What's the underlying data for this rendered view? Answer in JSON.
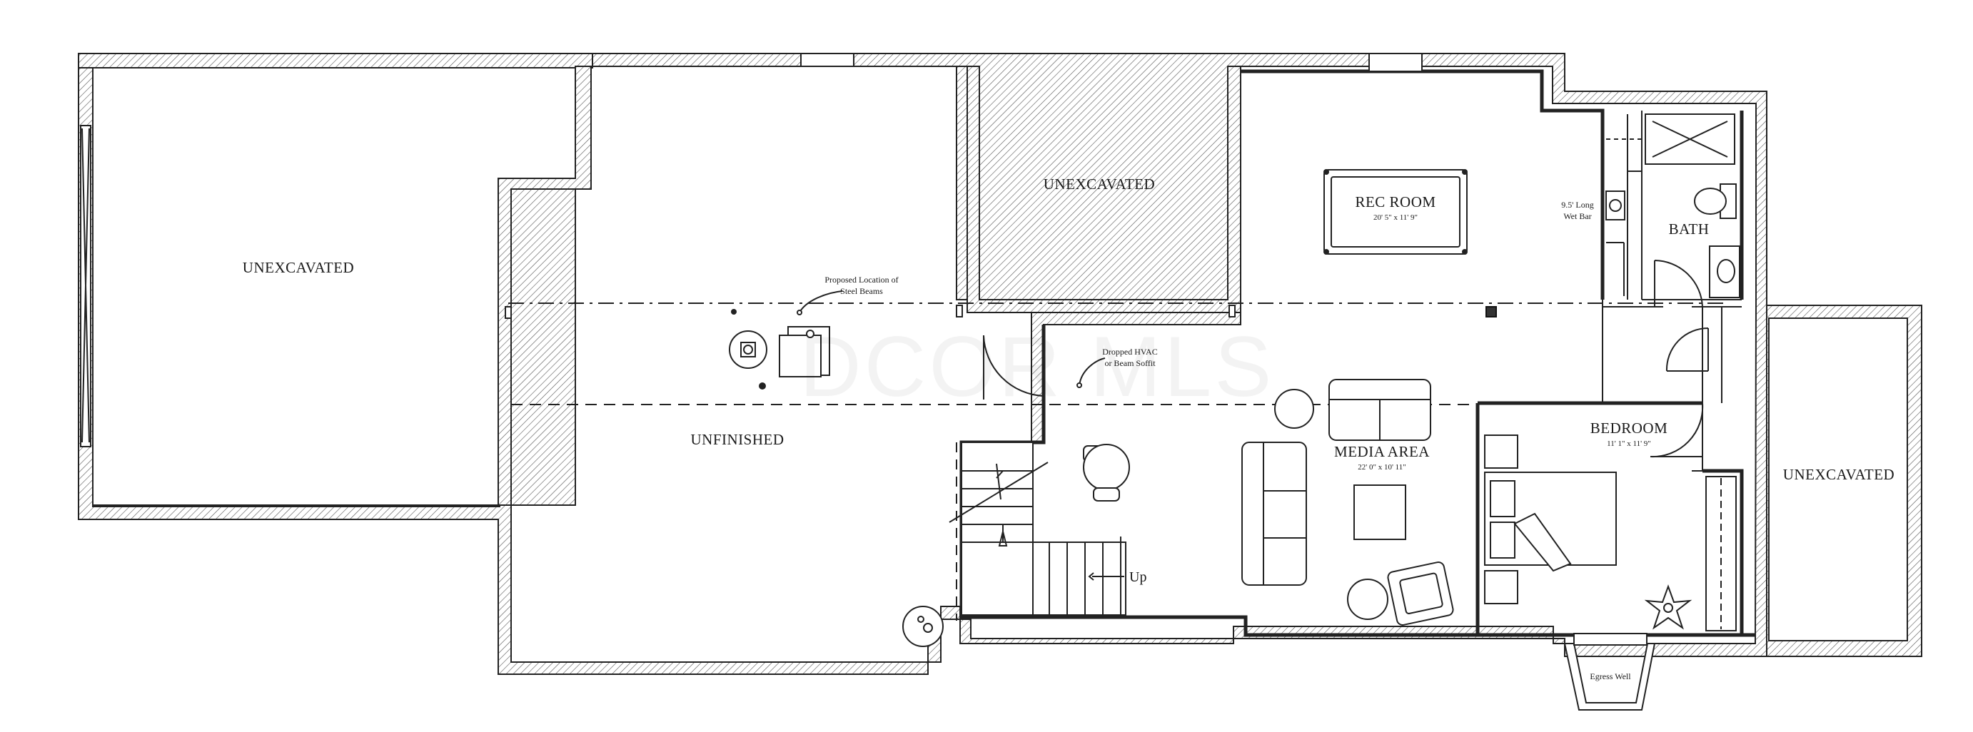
{
  "plan": {
    "rooms": {
      "unexcavated_left": "UNEXCAVATED",
      "unexcavated_center": "UNEXCAVATED",
      "unexcavated_right": "UNEXCAVATED",
      "unfinished": "UNFINISHED",
      "rec_room": "REC ROOM",
      "rec_room_dim": "20' 5\" x 11' 9\"",
      "bath": "BATH",
      "media_area": "MEDIA AREA",
      "media_area_dim": "22' 0\" x 10' 11\"",
      "bedroom": "BEDROOM",
      "bedroom_dim": "11' 1\" x 11' 9\""
    },
    "notes": {
      "steel_beams_line1": "Proposed Location of",
      "steel_beams_line2": "Steel Beams",
      "hvac_line1": "Dropped HVAC",
      "hvac_line2": "or Beam Soffit",
      "wet_bar_line1": "9.5' Long",
      "wet_bar_line2": "Wet Bar",
      "stair_up": "Up",
      "egress_well": "Egress Well"
    },
    "watermark": "DCOR MLS"
  }
}
